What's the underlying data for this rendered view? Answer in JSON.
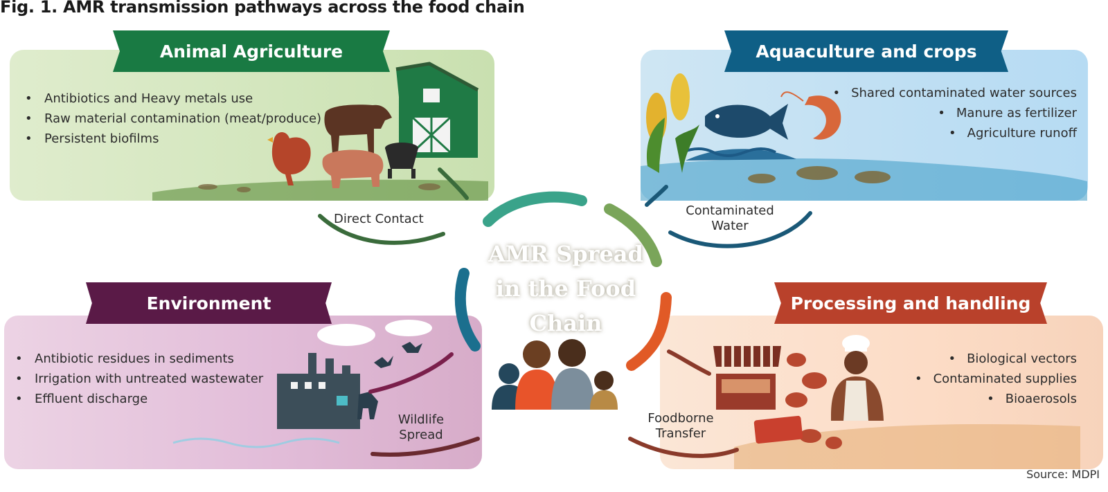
{
  "title": "Fig. 1. AMR transmission pathways across the food chain",
  "center": {
    "lines": [
      "AMR Spread",
      "in the Food",
      "Chain"
    ]
  },
  "panels": {
    "animal": {
      "title": "Animal Agriculture",
      "bullets": [
        "Antibiotics and Heavy metals use",
        "Raw material contamination (meat/produce)",
        "Persistent biofilms"
      ],
      "color": "#197a43"
    },
    "aqua": {
      "title": "Aquaculture and crops",
      "bullets": [
        "Shared contaminated water sources",
        "Manure as fertilizer",
        "Agriculture runoff"
      ],
      "color": "#0f5f86"
    },
    "env": {
      "title": "Environment",
      "bullets": [
        "Antibiotic residues in sediments",
        "Irrigation with untreated wastewater",
        "Effluent discharge"
      ],
      "color": "#5a1a47"
    },
    "proc": {
      "title": "Processing and handling",
      "bullets": [
        "Biological vectors",
        "Contaminated supplies",
        "Bioaerosols"
      ],
      "color": "#b9412b"
    }
  },
  "pathways": {
    "direct_contact": "Direct Contact",
    "contaminated_water": [
      "Contaminated",
      "Water"
    ],
    "wildlife_spread": [
      "Wildlife",
      "Spread"
    ],
    "foodborne_transfer": [
      "Foodborne",
      "Transfer"
    ]
  },
  "source": "Source: MDPI"
}
